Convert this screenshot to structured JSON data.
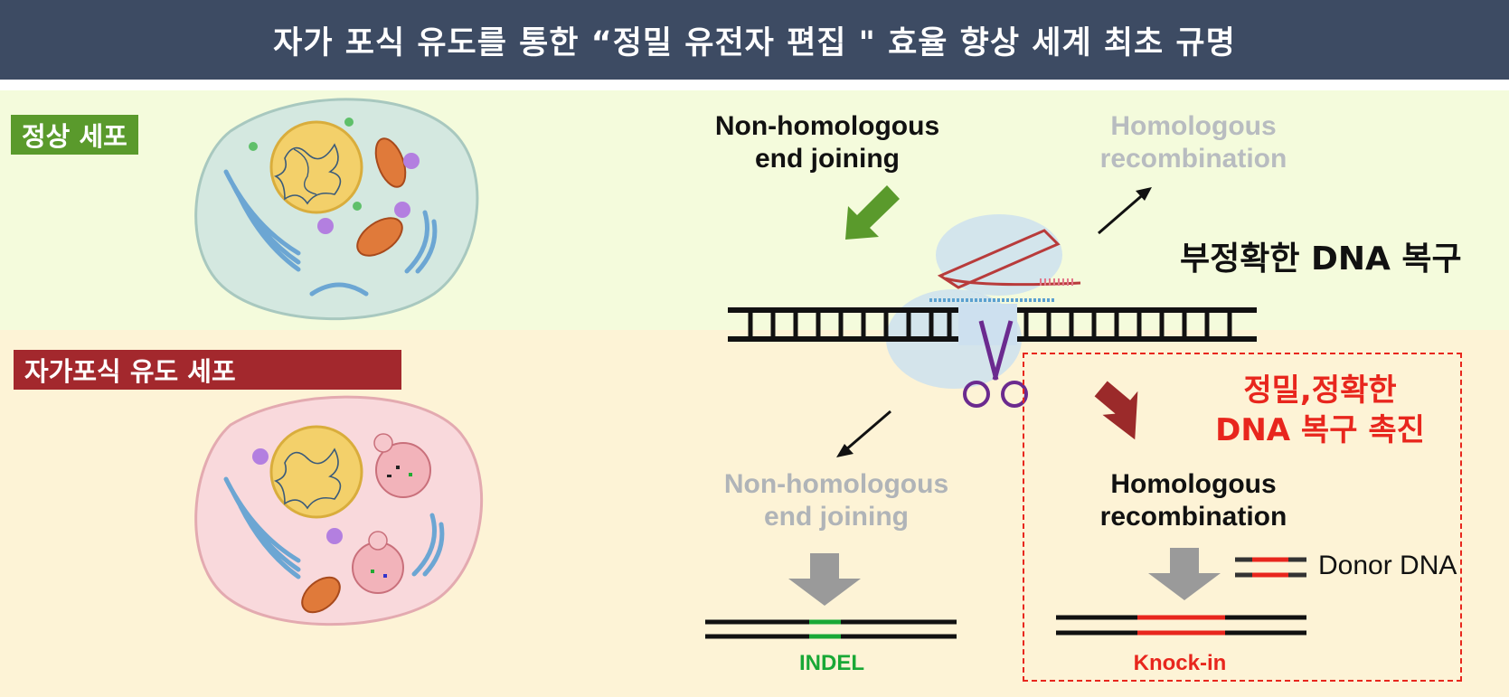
{
  "title": "자가 포식 유도를 통한 “정밀 유전자 편집 \"  효율 향상 세계 최초 규명",
  "labels": {
    "normal_cell": "정상 세포",
    "autophagy_cell": "자가포식 유도 세포"
  },
  "pathways": {
    "nhej_top": "Non-homologous\nend joining",
    "hr_top": "Homologous\nrecombination",
    "nhej_bottom": "Non-homologous\nend joining",
    "hr_bottom": "Homologous\nrecombination"
  },
  "annotations": {
    "imprecise_repair": "부정확한 DNA 복구",
    "precise_repair": "정밀,정확한\nDNA 복구 촉진",
    "donor": "Donor DNA",
    "indel": "INDEL",
    "knockin": "Knock-in"
  },
  "colors": {
    "header_bg": "#3d4b63",
    "normal_green": "#5a9a2c",
    "autophagy_red": "#a3282d",
    "accent_red": "#e8261d",
    "indel_green": "#19a836"
  }
}
